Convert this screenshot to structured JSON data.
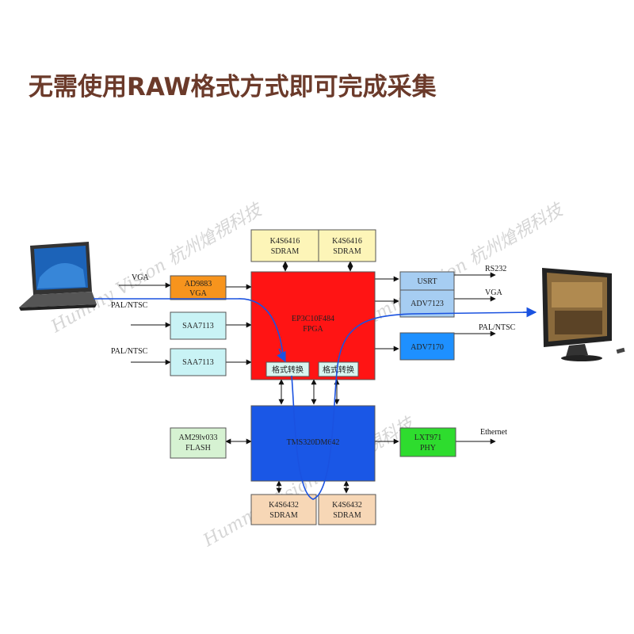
{
  "title": "无需使用RAW格式方式即可完成采集",
  "watermark": {
    "top": "Hummy Vision 杭州熗視科技",
    "middle": "Hummy Vision 杭州熗視科技",
    "bottom": "Hummy Vision 杭州熗視科技"
  },
  "blocks": {
    "k4s6416_a": [
      "K4S6416",
      "SDRAM"
    ],
    "k4s6416_b": [
      "K4S6416",
      "SDRAM"
    ],
    "ad9883": [
      "AD9883",
      "VGA"
    ],
    "saa7113_a": [
      "SAA7113"
    ],
    "saa7113_b": [
      "SAA7113"
    ],
    "fpga": [
      "EP3C10F484",
      "FPGA"
    ],
    "fmt_a": [
      "格式转换"
    ],
    "fmt_b": [
      "格式转换"
    ],
    "usrt": [
      "USRT"
    ],
    "adv7123": [
      "ADV7123"
    ],
    "adv7170": [
      "ADV7170"
    ],
    "am29": [
      "AM29lv033",
      "FLASH"
    ],
    "dsp": [
      "TMS320DM642"
    ],
    "lxt971": [
      "LXT971",
      "PHY"
    ],
    "k4s6432_a": [
      "K4S6432",
      "SDRAM"
    ],
    "k4s6432_b": [
      "K4S6432",
      "SDRAM"
    ]
  },
  "signals": {
    "vga_in": "VGA",
    "pal_in_1": "PAL/NTSC",
    "pal_in_2": "PAL/NTSC",
    "rs232_out": "RS232",
    "vga_out": "VGA",
    "pal_out": "PAL/NTSC",
    "ethernet_out": "Ethernet"
  },
  "colors": {
    "title": "#6b3a2a",
    "sdram_top": "#fdf5b8",
    "ad9883": "#f7941d",
    "saa": "#c9f3f5",
    "fpga": "#ff1414",
    "fmt": "#d8f5f0",
    "adv_blue": "#a6cdf2",
    "adv7170": "#1e90ff",
    "flash": "#d6f2d2",
    "dsp": "#1a57e6",
    "phy": "#2edc2e",
    "sdram_bottom": "#f7d7b6",
    "data_path": "#1a52e0"
  }
}
